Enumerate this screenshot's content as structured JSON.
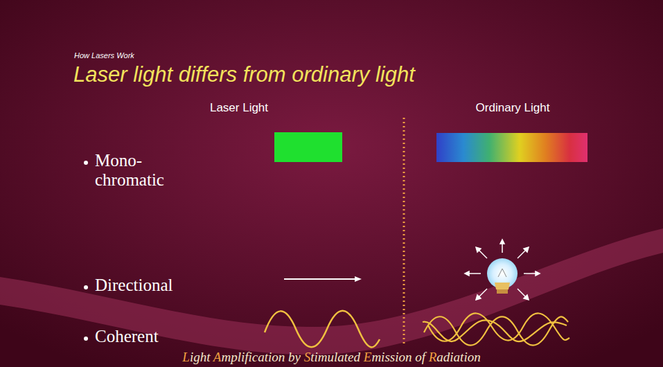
{
  "diagram": {
    "title": "Laser light differs from ordinary light",
    "caption": "Light Amplification by Stimulated Emission of Radiation",
    "labels": [
      "How Lasers Work",
      "Laser Light",
      "Ordinary Light",
      "Mono- chromatic",
      "Directional",
      "Coherent"
    ]
  }
}
